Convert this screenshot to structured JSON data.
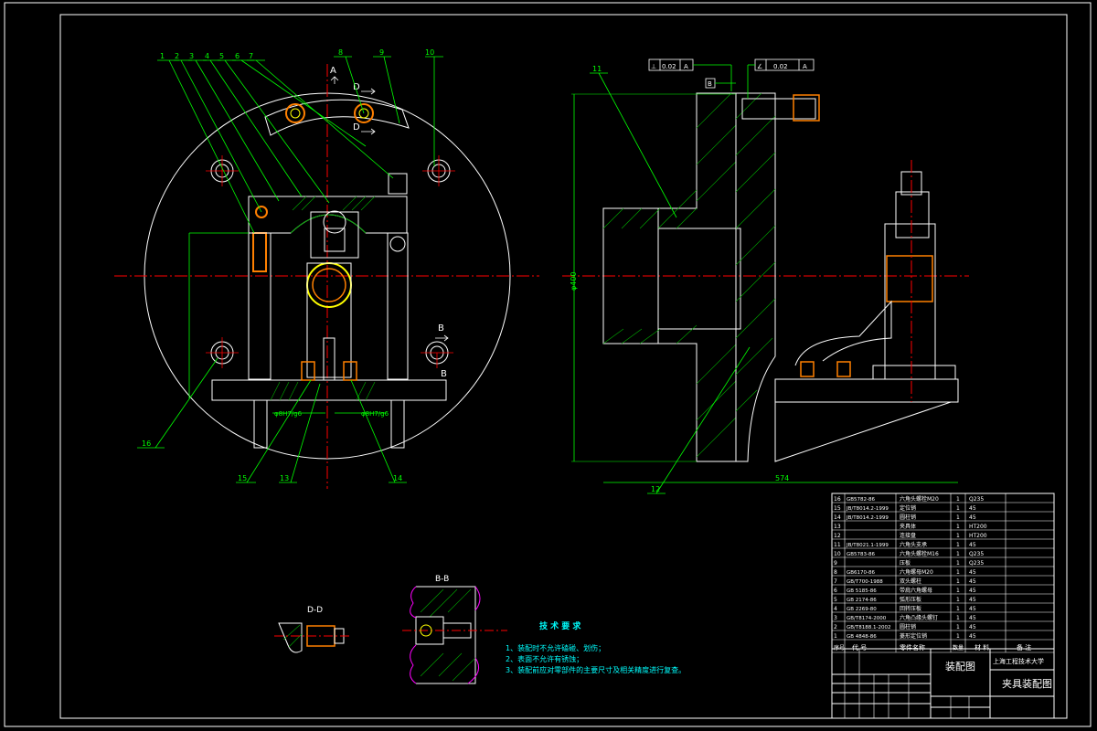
{
  "drawing": {
    "colors": {
      "background": "#000000",
      "outline": "#ffffff",
      "leader": "#00ff00",
      "centerline": "#ff0000",
      "part": "#ffff00",
      "bolt": "#ff8000",
      "hatch": "#00aa00",
      "section": "#ff00ff",
      "text": "#ffffff",
      "title_text": "#ffffff",
      "dim": "#00ff00"
    },
    "front_view": {
      "balloons": [
        "1",
        "2",
        "3",
        "4",
        "5",
        "6",
        "7",
        "8",
        "9",
        "10",
        "16",
        "15",
        "13",
        "14"
      ],
      "section_a": "A",
      "section_d1": "D",
      "section_d2": "D",
      "section_b1": "B",
      "section_b2": "B",
      "dim_left": "φ8H7/g6",
      "dim_right": "φ8H7/g6"
    },
    "side_view": {
      "balloon_11": "11",
      "balloon_12": "12",
      "dim_diameter": "φ400",
      "dim_length": "574",
      "datum": "B",
      "tol1": {
        "sym": "⊥",
        "val": "0.02",
        "ref": "A"
      },
      "tol2": {
        "sym": "∠",
        "val": "0.02",
        "ref": "A"
      }
    },
    "section_views": {
      "dd_label": "D-D",
      "bb_label": "B-B"
    },
    "notes": {
      "title": "技 术 要 求",
      "lines": [
        "1、装配时不允许磕碰、划伤；",
        "2、表面不允许有锈蚀；",
        "3、装配前应对零部件的主要尺寸及相关精度进行复查。"
      ]
    },
    "bom": {
      "rows": [
        {
          "no": "16",
          "code": "GB5782-86",
          "name": "六角头螺栓M20",
          "qty": "1",
          "mat": "Q235"
        },
        {
          "no": "15",
          "code": "JB/T8014.2-1999",
          "name": "定位销",
          "qty": "1",
          "mat": "45"
        },
        {
          "no": "14",
          "code": "JB/T8014.2-1999",
          "name": "圆柱销",
          "qty": "1",
          "mat": "45"
        },
        {
          "no": "13",
          "code": "",
          "name": "夹具体",
          "qty": "1",
          "mat": "HT200"
        },
        {
          "no": "12",
          "code": "",
          "name": "连接盘",
          "qty": "1",
          "mat": "HT200"
        },
        {
          "no": "11",
          "code": "JB/T8021.1-1999",
          "name": "六角头支承",
          "qty": "1",
          "mat": "45"
        },
        {
          "no": "10",
          "code": "GB5783-86",
          "name": "六角头螺栓M16",
          "qty": "1",
          "mat": "Q235"
        },
        {
          "no": "9",
          "code": "",
          "name": "压板",
          "qty": "1",
          "mat": "Q235"
        },
        {
          "no": "8",
          "code": "GB6170-86",
          "name": "六角螺母M20",
          "qty": "1",
          "mat": "45"
        },
        {
          "no": "7",
          "code": "GB/T700-1988",
          "name": "双头螺柱",
          "qty": "1",
          "mat": "45"
        },
        {
          "no": "6",
          "code": "GB 5185-86",
          "name": "带肩六角螺母",
          "qty": "1",
          "mat": "45"
        },
        {
          "no": "5",
          "code": "GB 2174-86",
          "name": "弧形压板",
          "qty": "1",
          "mat": "45"
        },
        {
          "no": "4",
          "code": "GB 2269-80",
          "name": "回转压板",
          "qty": "1",
          "mat": "45"
        },
        {
          "no": "3",
          "code": "GB/T8174-2000",
          "name": "六角凸缘头螺钉",
          "qty": "1",
          "mat": "45"
        },
        {
          "no": "2",
          "code": "GB/T8188.1-2002",
          "name": "圆柱销",
          "qty": "1",
          "mat": "45"
        },
        {
          "no": "1",
          "code": "GB 4848-86",
          "name": "菱形定位销",
          "qty": "1",
          "mat": "45"
        }
      ],
      "header": {
        "no": "序号",
        "code": "代 号",
        "name": "零件名称",
        "qty": "数量",
        "mat": "材 料",
        "remark": "备 注"
      }
    },
    "title_block": {
      "drawing_name": "装配图",
      "school": "上海工程技术大学",
      "title": "夹具装配图"
    }
  }
}
